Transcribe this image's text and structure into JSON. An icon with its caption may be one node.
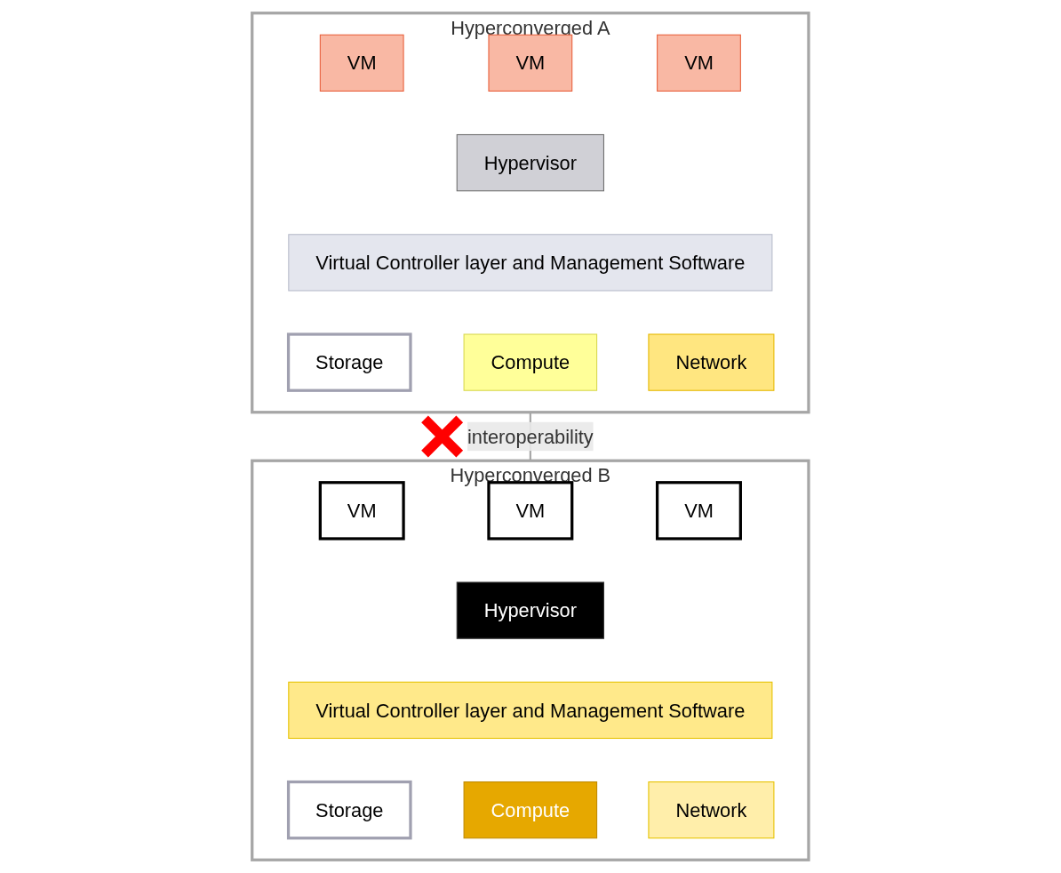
{
  "diagram": {
    "nodes": [
      {
        "text": [
          "Hyperconverged A"
        ]
      },
      {
        "text": [
          "VM"
        ],
        "in": 0
      },
      {
        "text": [
          "VM"
        ],
        "in": 0
      },
      {
        "text": [
          "VM"
        ],
        "in": 0
      },
      {
        "text": [
          "Hypervisor"
        ],
        "in": 0
      },
      {
        "text": [
          "Virtual Controller layer and Management Software"
        ],
        "in": 0
      },
      {
        "text": [
          "Storage"
        ],
        "in": 0
      },
      {
        "text": [
          "Compute"
        ],
        "in": 0
      },
      {
        "text": [
          "Network"
        ],
        "in": 0
      },
      {
        "text": [
          "Hyperconverged B"
        ]
      },
      {
        "text": [
          "VM"
        ],
        "in": 9
      },
      {
        "text": [
          "VM"
        ],
        "in": 9
      },
      {
        "text": [
          "VM"
        ],
        "in": 9
      },
      {
        "text": [
          "Hypervisor"
        ],
        "in": 9
      },
      {
        "text": [
          "Virtual Controller layer and Management Software"
        ],
        "in": 9
      },
      {
        "text": [
          "Storage"
        ],
        "in": 9
      },
      {
        "text": [
          "Compute"
        ],
        "in": 9
      },
      {
        "text": [
          "Network"
        ],
        "in": 9
      }
    ],
    "edges": [
      {
        "from": 0,
        "to": 9,
        "arrow": "none",
        "label": "interoperability"
      }
    ]
  }
}
